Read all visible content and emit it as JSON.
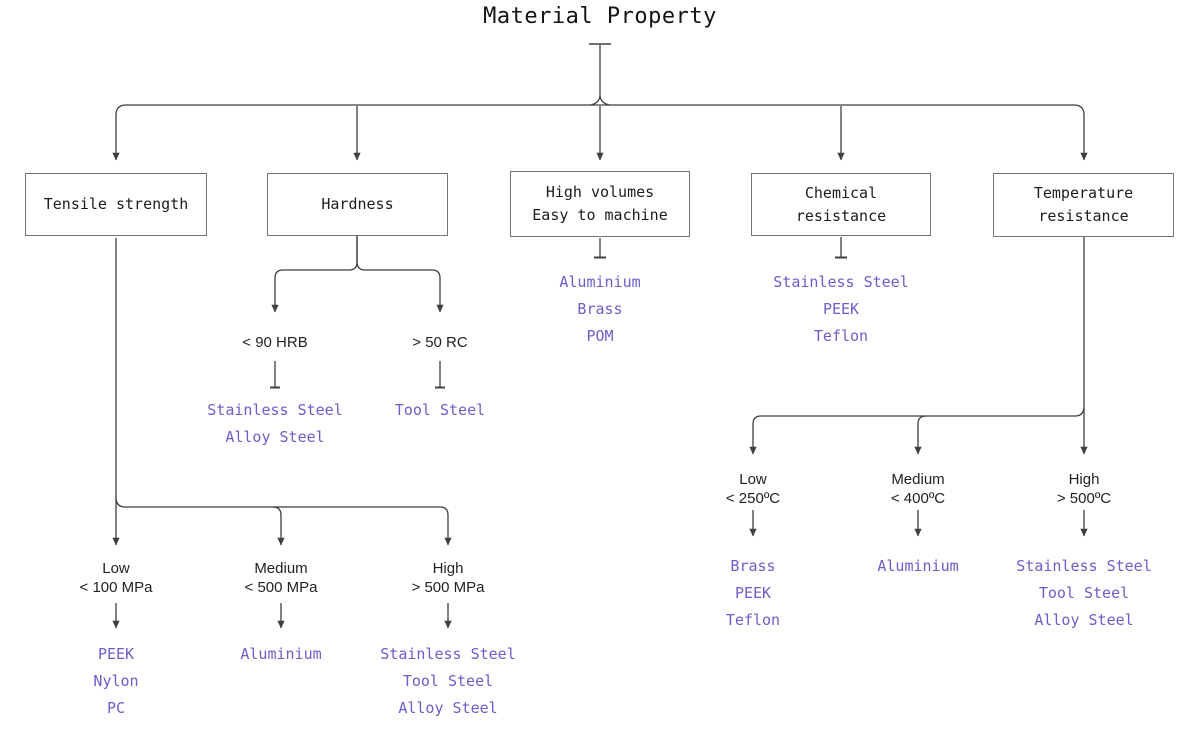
{
  "title": "Material Property",
  "colors": {
    "accent": "#6a5fca",
    "line": "#3f3f3f",
    "box_border": "#747474"
  },
  "boxes": {
    "tensile": {
      "label": "Tensile strength"
    },
    "hardness": {
      "label": "Hardness"
    },
    "volumes": {
      "line1": "High volumes",
      "line2": "Easy to machine"
    },
    "chemical": {
      "line1": "Chemical",
      "line2": "resistance"
    },
    "temperature": {
      "line1": "Temperature",
      "line2": "resistance"
    }
  },
  "volumes_materials": [
    "Aluminium",
    "Brass",
    "POM"
  ],
  "chemical_materials": [
    "Stainless Steel",
    "PEEK",
    "Teflon"
  ],
  "hardness_branches": [
    {
      "label": "< 90 HRB",
      "materials": [
        "Stainless Steel",
        "Alloy Steel"
      ]
    },
    {
      "label": "> 50 RC",
      "materials": [
        "Tool Steel"
      ]
    }
  ],
  "tensile_branches": [
    {
      "level": "Low",
      "threshold": "< 100 MPa",
      "materials": [
        "PEEK",
        "Nylon",
        "PC"
      ]
    },
    {
      "level": "Medium",
      "threshold": "< 500 MPa",
      "materials": [
        "Aluminium"
      ]
    },
    {
      "level": "High",
      "threshold": "> 500 MPa",
      "materials": [
        "Stainless Steel",
        "Tool Steel",
        "Alloy Steel"
      ]
    }
  ],
  "temperature_branches": [
    {
      "level": "Low",
      "threshold": "< 250ºC",
      "materials": [
        "Brass",
        "PEEK",
        "Teflon"
      ]
    },
    {
      "level": "Medium",
      "threshold": "< 400ºC",
      "materials": [
        "Aluminium"
      ]
    },
    {
      "level": "High",
      "threshold": "> 500ºC",
      "materials": [
        "Stainless Steel",
        "Tool Steel",
        "Alloy Steel"
      ]
    }
  ]
}
